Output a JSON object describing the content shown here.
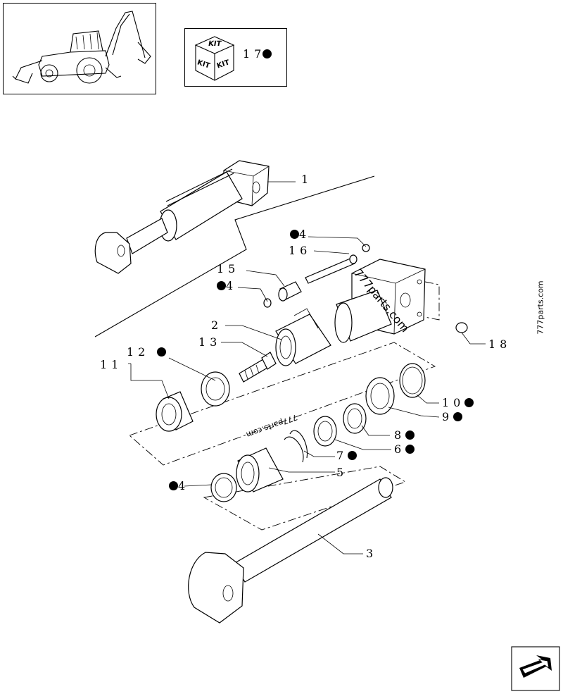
{
  "kit_box": {
    "kit_label_top": "KIT",
    "kit_label_left": "KIT",
    "kit_label_right": "KIT",
    "ref": "17"
  },
  "callouts": [
    {
      "id": "1",
      "text": "1"
    },
    {
      "id": "2",
      "text": "2"
    },
    {
      "id": "3",
      "text": "3"
    },
    {
      "id": "4a",
      "text": "4"
    },
    {
      "id": "4b",
      "text": "4"
    },
    {
      "id": "4c",
      "text": "4"
    },
    {
      "id": "5",
      "text": "5"
    },
    {
      "id": "6",
      "text": "6"
    },
    {
      "id": "7",
      "text": "7"
    },
    {
      "id": "8",
      "text": "8"
    },
    {
      "id": "9",
      "text": "9"
    },
    {
      "id": "10",
      "text": "10"
    },
    {
      "id": "11",
      "text": "11"
    },
    {
      "id": "12",
      "text": "12"
    },
    {
      "id": "13",
      "text": "13"
    },
    {
      "id": "15",
      "text": "15"
    },
    {
      "id": "16",
      "text": "16"
    },
    {
      "id": "18",
      "text": "18"
    }
  ],
  "watermarks": {
    "upper": "777parts.com",
    "middle": "777parts.com",
    "side": "777parts.com"
  }
}
